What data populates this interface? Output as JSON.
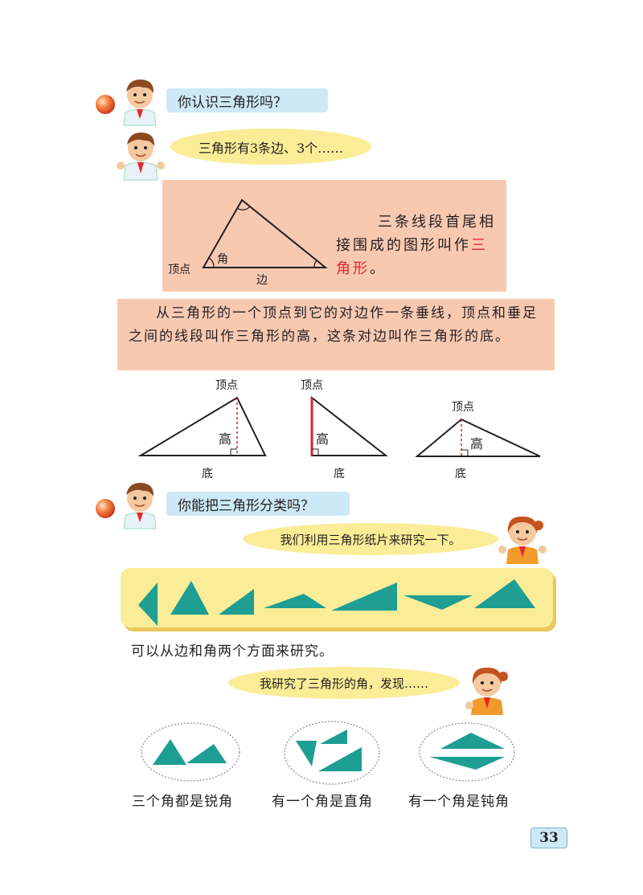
{
  "section1": {
    "question": "你认识三角形吗？",
    "answer": "三角形有3条边、3个……"
  },
  "definition": {
    "text_before": "三条线段首尾相接围成的图形叫作",
    "term": "三角形",
    "text_after": "。",
    "labels": {
      "vertex": "顶点",
      "angle": "角",
      "side": "边"
    }
  },
  "height_definition": {
    "text": "从三角形的一个顶点到它的对边作一条垂线，顶点和垂足之间的线段叫作三角形的高，这条对边叫作三角形的底。"
  },
  "height_diagrams": [
    {
      "vertex": "顶点",
      "height": "高",
      "base": "底"
    },
    {
      "vertex": "顶点",
      "height": "高",
      "base": "底"
    },
    {
      "vertex": "顶点",
      "height": "高",
      "base": "底"
    }
  ],
  "section2": {
    "question": "你能把三角形分类吗？",
    "girl_says": "我们利用三角形纸片来研究一下。",
    "hint": "可以从边和角两个方面来研究。",
    "girl_says_2": "我研究了三角形的角，发现……"
  },
  "categories": [
    {
      "label": "三个角都是锐角"
    },
    {
      "label": "有一个角是直角"
    },
    {
      "label": "有一个角是钝角"
    }
  ],
  "page_number": "33",
  "colors": {
    "teal": "#1f9e93",
    "red_term": "#e8262c",
    "pink_box": "#f8c9b1",
    "yellow": "#fbec97",
    "blue": "#cde9f7"
  }
}
